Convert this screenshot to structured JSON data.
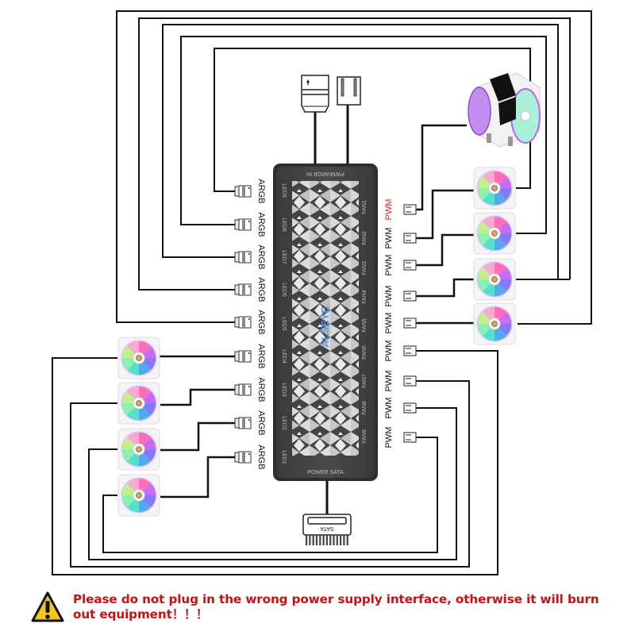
{
  "hub": {
    "brand": "ALSEYE",
    "input_label": "PWM/ARGB IN",
    "power_label": "POWER SATA",
    "led_ports": [
      "LED9",
      "LED8",
      "LED7",
      "LED6",
      "LED5",
      "LED4",
      "LED3",
      "LED2",
      "LED1"
    ],
    "fan_ports": [
      "FAN1",
      "FAN2",
      "FAN3",
      "FAN4",
      "FAN5",
      "FAN6",
      "FAN7",
      "FAN8",
      "FAN9"
    ]
  },
  "left_labels": [
    "ARGB",
    "ARGB",
    "ARGB",
    "ARGB",
    "ARGB",
    "ARGB",
    "ARGB",
    "ARGB",
    "ARGB"
  ],
  "right_labels": [
    "PWM",
    "PWM",
    "PWM",
    "PWM",
    "PWM",
    "PWM",
    "PWM",
    "PWM",
    "PWM"
  ],
  "highlight_color": "#e0201c",
  "sata_connector_label": "SATA",
  "components": {
    "top_connectors": [
      "argb-connector-icon",
      "pwm-connector-icon"
    ],
    "cpu_cooler": "cpu-cooler-icon",
    "fan_count_right": 4,
    "fan_count_left": 4
  },
  "warning": {
    "icon": "warning-triangle-icon",
    "text": "Please do not plug in the wrong power supply interface, otherwise it will burn out equipment！！！",
    "color": "#cc1010"
  }
}
